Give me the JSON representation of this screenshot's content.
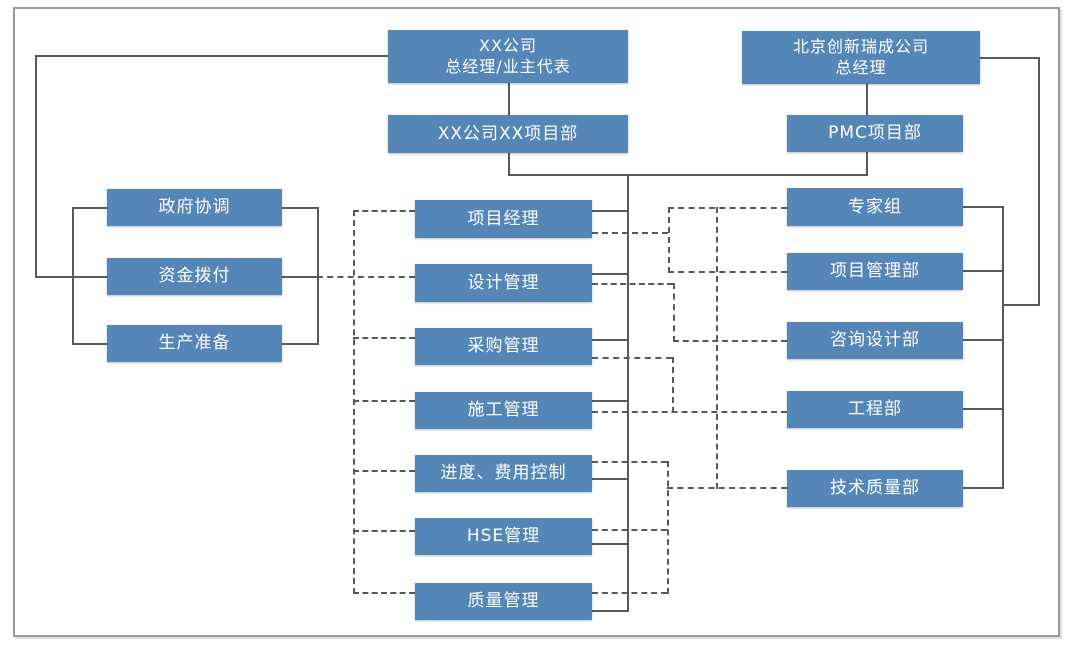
{
  "colors": {
    "node_fill": "#5586b8",
    "node_text": "#ffffff",
    "connector": "#595959",
    "frame_border": "#9a9a9a"
  },
  "nodes": {
    "owner_gm": {
      "label": "XX公司\n总经理/业主代表"
    },
    "owner_dept": {
      "label": "XX公司XX项目部"
    },
    "pmc_gm": {
      "label": "北京创新瑞成公司\n总经理"
    },
    "pmc_dept": {
      "label": "PMC项目部"
    },
    "left": [
      {
        "label": "政府协调"
      },
      {
        "label": "资金拨付"
      },
      {
        "label": "生产准备"
      }
    ],
    "middle": [
      {
        "label": "项目经理"
      },
      {
        "label": "设计管理"
      },
      {
        "label": "采购管理"
      },
      {
        "label": "施工管理"
      },
      {
        "label": "进度、费用控制"
      },
      {
        "label": "HSE管理"
      },
      {
        "label": "质量管理"
      }
    ],
    "right": [
      {
        "label": "专家组"
      },
      {
        "label": "项目管理部"
      },
      {
        "label": "咨询设计部"
      },
      {
        "label": "工程部"
      },
      {
        "label": "技术质量部"
      }
    ]
  }
}
